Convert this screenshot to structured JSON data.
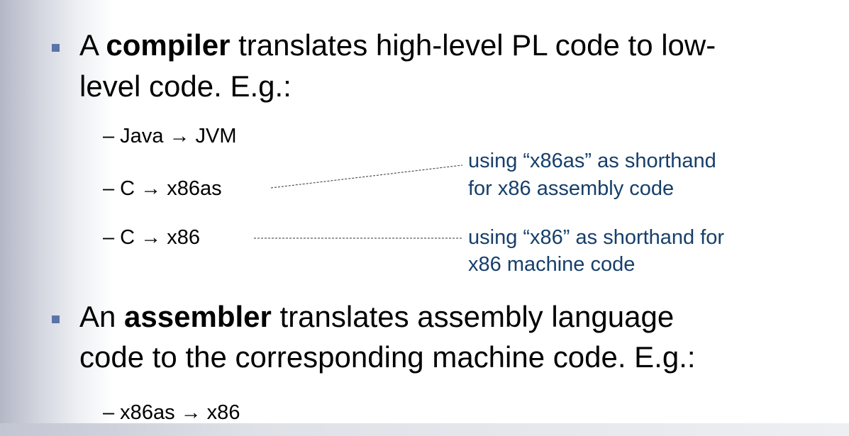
{
  "slide": {
    "bullet1": {
      "line1_pre": "A ",
      "line1_bold": "compiler",
      "line1_post": " translates high-level PL code to low-",
      "line2": "level code. E.g.:",
      "examples": [
        "– Java → JVM",
        "– C → x86as",
        "– C → x86"
      ]
    },
    "notes": {
      "x86as": {
        "line1": "using “x86as” as shorthand",
        "line2": "for x86 assembly code"
      },
      "x86": {
        "line1": "using “x86” as shorthand for",
        "line2": "x86 machine code"
      }
    },
    "bullet2": {
      "line1_pre": "An ",
      "line1_bold": "assembler",
      "line1_post": " translates assembly language",
      "line2": "code to the corresponding machine code. E.g.:",
      "examples": [
        "– x86as → x86"
      ]
    }
  },
  "colors": {
    "bullet": "#5a74a8",
    "note_text": "#163f6b",
    "body_text": "#000000"
  }
}
